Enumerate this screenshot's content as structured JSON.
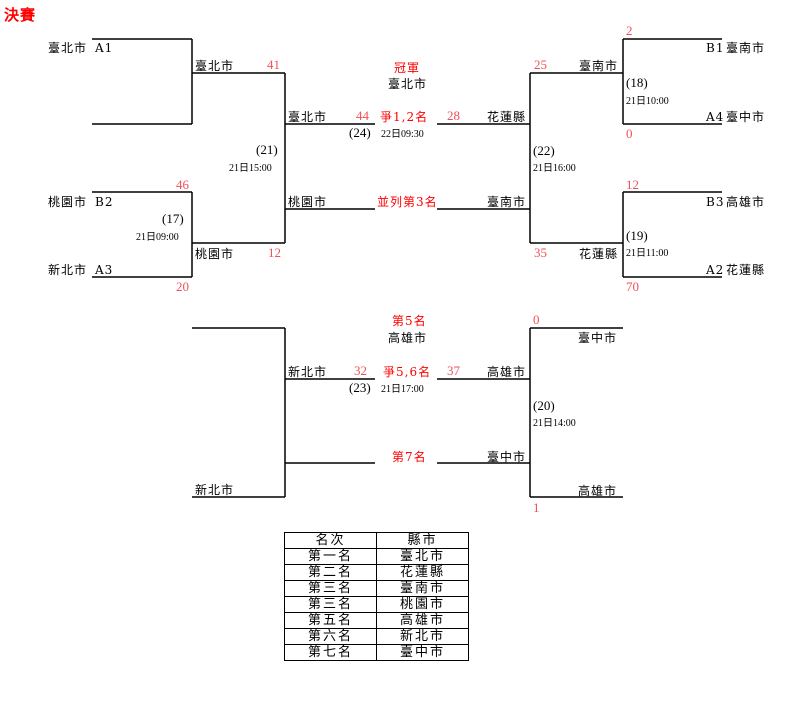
{
  "title": "決賽",
  "top_bracket": {
    "left": {
      "teams": [
        {
          "city": "臺北市",
          "seed": "A1"
        },
        {
          "city": "桃園市",
          "seed": "B2"
        },
        {
          "city": "新北市",
          "seed": "A3"
        }
      ],
      "game17": {
        "no": "(17)",
        "time": "21日09:00",
        "score_top": "46",
        "score_bottom": "20",
        "winner": "桃園市"
      },
      "a1_advance": {
        "city": "臺北市",
        "score": "41"
      },
      "g17_advance": {
        "city": "桃園市",
        "score": "12"
      },
      "game21": {
        "no": "(21)",
        "time": "21日15:00",
        "winner_top": "臺北市",
        "loser": "桃園市"
      }
    },
    "right": {
      "teams": [
        {
          "city": "臺南市",
          "seed": "B1"
        },
        {
          "city": "臺中市",
          "seed": "A4"
        },
        {
          "city": "高雄市",
          "seed": "B3"
        },
        {
          "city": "花蓮縣",
          "seed": "A2"
        }
      ],
      "game18": {
        "no": "(18)",
        "time": "21日10:00",
        "score_top": "2",
        "score_bottom": "0",
        "winner": "臺南市"
      },
      "game19": {
        "no": "(19)",
        "time": "21日11:00",
        "score_top": "12",
        "score_bottom": "70",
        "winner": "花蓮縣"
      },
      "g18_advance": {
        "city": "臺南市",
        "score": "25"
      },
      "g19_advance": {
        "city": "花蓮縣",
        "score": "35"
      },
      "game22": {
        "no": "(22)",
        "time": "21日16:00",
        "winner": "花蓮縣",
        "loser": "臺南市"
      }
    },
    "final": {
      "champion_label": "冠軍",
      "champion": "臺北市",
      "label": "爭1,2名",
      "left_score": "44",
      "right_score": "28",
      "game_no": "(24)",
      "time": "22日09:30",
      "third_label": "並列第3名"
    }
  },
  "lower_bracket": {
    "left_team": "新北市",
    "right_top_team": "臺中市",
    "right_bottom_team": "高雄市",
    "game20": {
      "no": "(20)",
      "time": "21日14:00",
      "score_top": "0",
      "score_bottom": "1",
      "winner": "高雄市",
      "loser": "臺中市"
    },
    "fifth_label": "第5名",
    "fifth": "高雄市",
    "label56": "爭5,6名",
    "left_city": "新北市",
    "left_score": "32",
    "right_city": "高雄市",
    "right_score": "37",
    "game_no": "(23)",
    "time": "21日17:00",
    "seventh_label": "第7名",
    "seventh_city": "臺中市"
  },
  "ranking_table": {
    "headers": [
      "名次",
      "縣市"
    ],
    "rows": [
      [
        "第一名",
        "臺北市"
      ],
      [
        "第二名",
        "花蓮縣"
      ],
      [
        "第三名",
        "臺南市"
      ],
      [
        "第三名",
        "桃園市"
      ],
      [
        "第五名",
        "高雄市"
      ],
      [
        "第六名",
        "新北市"
      ],
      [
        "第七名",
        "臺中市"
      ]
    ]
  },
  "colors": {
    "accent": "#ff0000",
    "score": "#f0505a",
    "line": "#000000"
  }
}
